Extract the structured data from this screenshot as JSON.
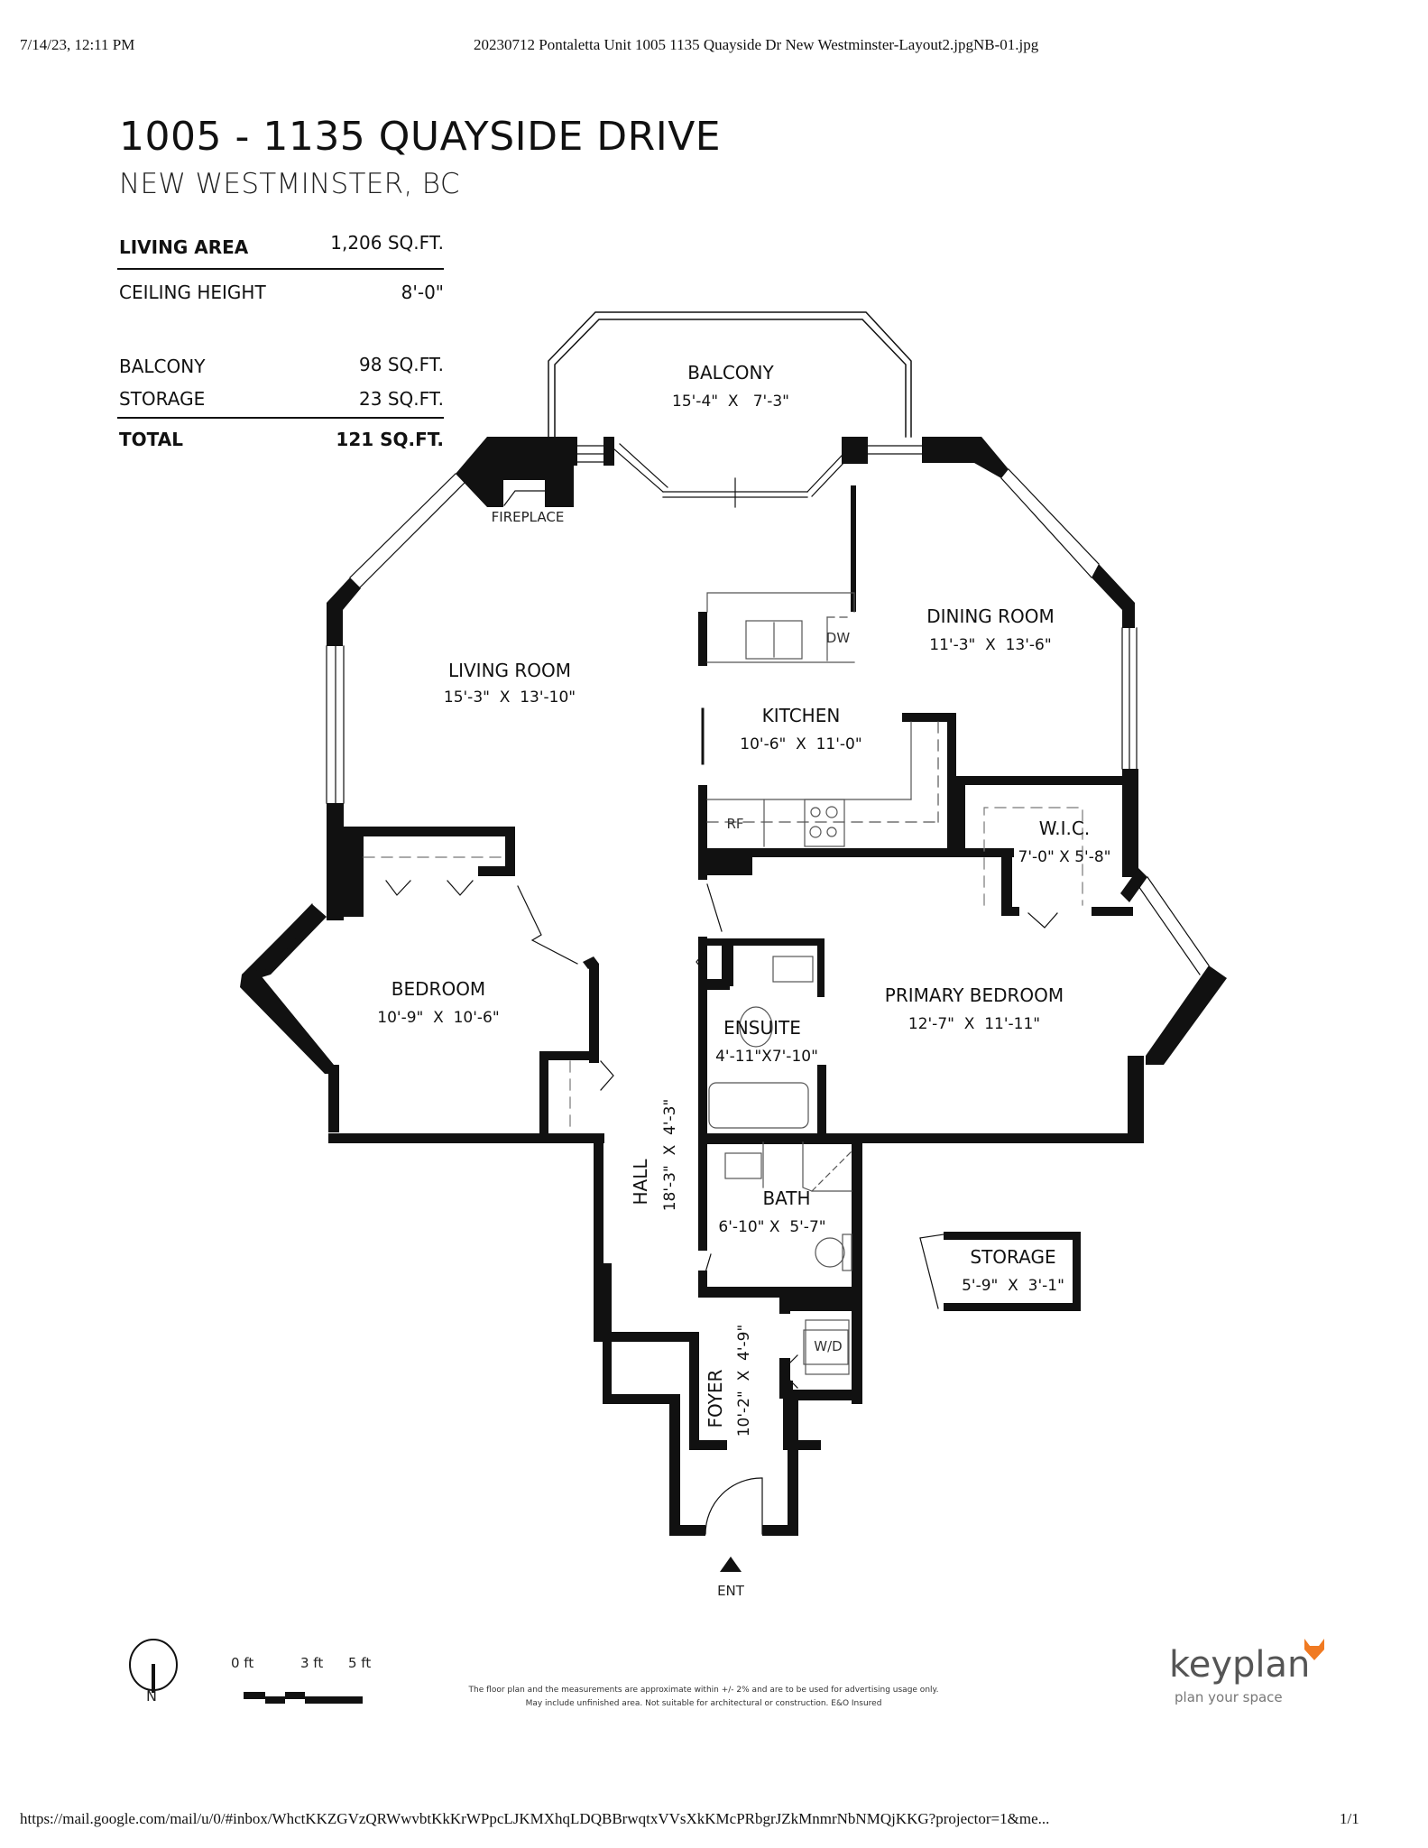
{
  "print_header": {
    "datetime": "7/14/23, 12:11 PM",
    "document_title": "20230712 Pontaletta Unit 1005 1135 Quayside Dr New Westminster-Layout2.jpgNB-01.jpg"
  },
  "print_footer": {
    "url": "https://mail.google.com/mail/u/0/#inbox/WhctKKZGVzQRWwvbtKkKrWPpcLJKMXhqLDQBBrwqtxVVsXkKMcPRbgrJZkMnmrNbNMQjKKG?projector=1&me...",
    "page": "1/1"
  },
  "header": {
    "address": "1005 - 1135 QUAYSIDE DRIVE",
    "city": "NEW WESTMINSTER, BC"
  },
  "areas": {
    "living_area": {
      "label": "LIVING AREA",
      "value": "1,206 SQ.FT."
    },
    "ceiling_height": {
      "label": "CEILING HEIGHT",
      "value": "8'-0\""
    },
    "balcony": {
      "label": "BALCONY",
      "value": "98 SQ.FT."
    },
    "storage": {
      "label": "STORAGE",
      "value": "23 SQ.FT."
    },
    "total": {
      "label": "TOTAL",
      "value": "121 SQ.FT."
    }
  },
  "rooms": {
    "balcony": {
      "name": "BALCONY",
      "dims": "15'-4\"  X   7'-3\""
    },
    "living": {
      "name": "LIVING ROOM",
      "dims": "15'-3\"  X  13'-10\""
    },
    "dining": {
      "name": "DINING ROOM",
      "dims": "11'-3\"  X  13'-6\""
    },
    "kitchen": {
      "name": "KITCHEN",
      "dims": "10'-6\"  X  11'-0\""
    },
    "wic": {
      "name": "W.I.C.",
      "dims": "7'-0\" X 5'-8\""
    },
    "bedroom": {
      "name": "BEDROOM",
      "dims": "10'-9\"  X  10'-6\""
    },
    "ensuite": {
      "name": "ENSUITE",
      "dims": "4'-11\"X7'-10\""
    },
    "primary": {
      "name": "PRIMARY BEDROOM",
      "dims": "12'-7\"  X  11'-11\""
    },
    "hall": {
      "name": "HALL",
      "dims": "18'-3\"  X  4'-3\""
    },
    "bath": {
      "name": "BATH",
      "dims": "6'-10\" X  5'-7\""
    },
    "storage": {
      "name": "STORAGE",
      "dims": "5'-9\"  X  3'-1\""
    },
    "foyer": {
      "name": "FOYER",
      "dims": "10'-2\"  X  4'-9\""
    }
  },
  "fixtures": {
    "fireplace": "FIREPLACE",
    "dishwasher": "DW",
    "fridge": "RF",
    "washer_dryer": "W/D",
    "entrance": "ENT"
  },
  "legend": {
    "north": "N",
    "scale_labels": [
      "0 ft",
      "3 ft",
      "5 ft"
    ]
  },
  "disclaimer": {
    "line1": "The floor plan and the measurements are approximate within +/- 2% and are to be used for advertising usage only.",
    "line2": "May include unfinished area. Not suitable for architectural or construction. E&O Insured"
  },
  "brand": {
    "name": "keyplan",
    "tagline": "plan your space",
    "accent_color": "#f07a22"
  }
}
